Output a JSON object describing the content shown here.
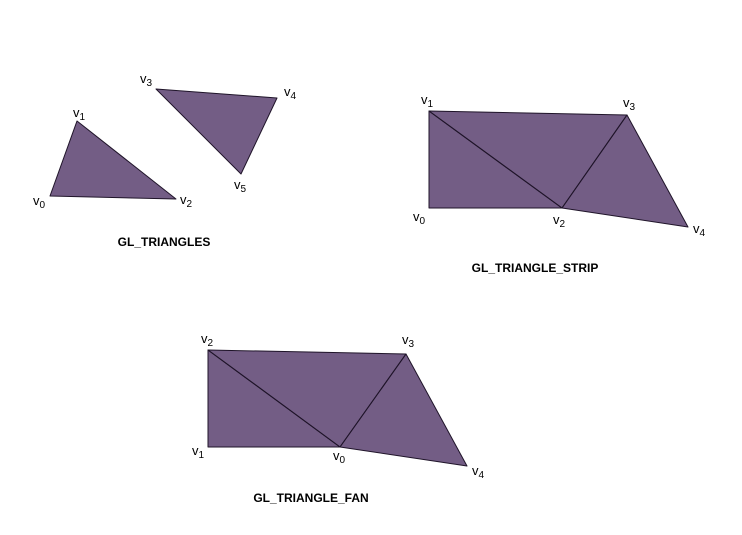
{
  "colors": {
    "fill": "#735d85",
    "stroke": "#1f1429",
    "text": "#000000",
    "background": "#ffffff"
  },
  "diagrams": {
    "triangles": {
      "caption": "GL_TRIANGLES",
      "vertices": {
        "v0": {
          "base": "v",
          "sub": "0"
        },
        "v1": {
          "base": "v",
          "sub": "1"
        },
        "v2": {
          "base": "v",
          "sub": "2"
        },
        "v3": {
          "base": "v",
          "sub": "3"
        },
        "v4": {
          "base": "v",
          "sub": "4"
        },
        "v5": {
          "base": "v",
          "sub": "5"
        }
      }
    },
    "strip": {
      "caption": "GL_TRIANGLE_STRIP",
      "vertices": {
        "v0": {
          "base": "v",
          "sub": "0"
        },
        "v1": {
          "base": "v",
          "sub": "1"
        },
        "v2": {
          "base": "v",
          "sub": "2"
        },
        "v3": {
          "base": "v",
          "sub": "3"
        },
        "v4": {
          "base": "v",
          "sub": "4"
        }
      }
    },
    "fan": {
      "caption": "GL_TRIANGLE_FAN",
      "vertices": {
        "v0": {
          "base": "v",
          "sub": "0"
        },
        "v1": {
          "base": "v",
          "sub": "1"
        },
        "v2": {
          "base": "v",
          "sub": "2"
        },
        "v3": {
          "base": "v",
          "sub": "3"
        },
        "v4": {
          "base": "v",
          "sub": "4"
        }
      }
    }
  }
}
